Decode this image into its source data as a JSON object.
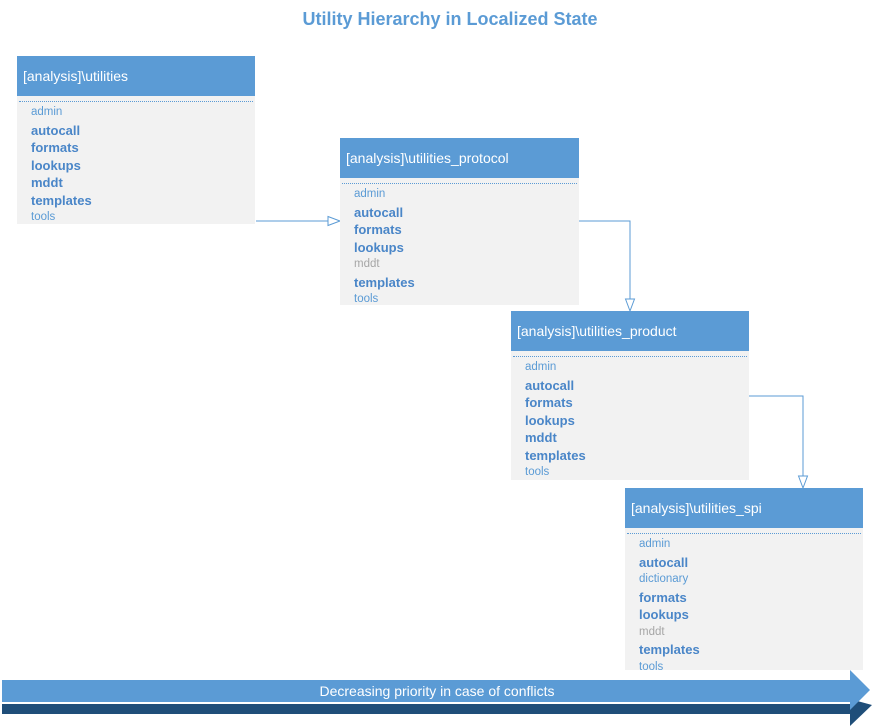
{
  "title": "Utility Hierarchy in Localized State",
  "boxes": [
    {
      "header": "[analysis]\\utilities",
      "items": [
        {
          "text": "admin",
          "style": "light"
        },
        {
          "text": "autocall",
          "style": "bold"
        },
        {
          "text": "formats",
          "style": "bold"
        },
        {
          "text": "lookups",
          "style": "bold"
        },
        {
          "text": "mddt",
          "style": "bold"
        },
        {
          "text": "templates",
          "style": "bold"
        },
        {
          "text": "tools",
          "style": "light"
        }
      ]
    },
    {
      "header": "[analysis]\\utilities_protocol",
      "items": [
        {
          "text": "admin",
          "style": "light"
        },
        {
          "text": "autocall",
          "style": "bold"
        },
        {
          "text": "formats",
          "style": "bold"
        },
        {
          "text": "lookups",
          "style": "bold"
        },
        {
          "text": "mddt",
          "style": "grey"
        },
        {
          "text": "templates",
          "style": "bold"
        },
        {
          "text": "tools",
          "style": "light"
        }
      ]
    },
    {
      "header": "[analysis]\\utilities_product",
      "items": [
        {
          "text": "admin",
          "style": "light"
        },
        {
          "text": "autocall",
          "style": "bold"
        },
        {
          "text": "formats",
          "style": "bold"
        },
        {
          "text": "lookups",
          "style": "bold"
        },
        {
          "text": "mddt",
          "style": "bold"
        },
        {
          "text": "templates",
          "style": "bold"
        },
        {
          "text": "tools",
          "style": "light"
        }
      ]
    },
    {
      "header": "[analysis]\\utilities_spi",
      "items": [
        {
          "text": "admin",
          "style": "light"
        },
        {
          "text": "autocall",
          "style": "bold"
        },
        {
          "text": "dictionary",
          "style": "light"
        },
        {
          "text": "formats",
          "style": "bold"
        },
        {
          "text": "lookups",
          "style": "bold"
        },
        {
          "text": "mddt",
          "style": "grey"
        },
        {
          "text": "templates",
          "style": "bold"
        },
        {
          "text": "tools",
          "style": "light"
        }
      ]
    }
  ],
  "priority_label": "Decreasing priority in case of conflicts",
  "colors": {
    "accent": "#5b9bd5",
    "accent_dark": "#2e75b6",
    "box_bg": "#f2f2f2",
    "arrow_shadow": "#1f4e79"
  }
}
